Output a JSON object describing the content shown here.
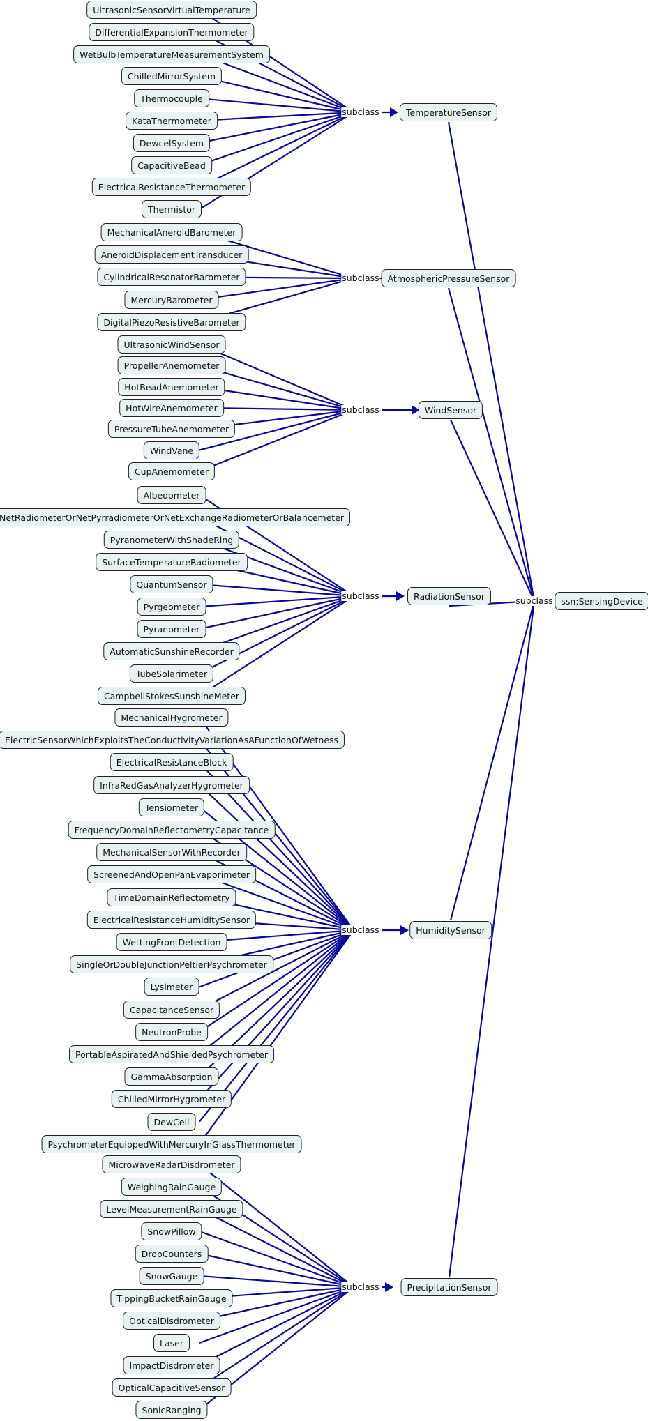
{
  "diagram_title": "",
  "link_label": "subclass",
  "root": {
    "id": "root",
    "label": "ssn:SensingDevice"
  },
  "colors": {
    "edge": "#0a0a99",
    "node_fill": "#e8f2f2",
    "node_border": "#222222"
  },
  "groups": [
    {
      "id": "temp",
      "label": "TemperatureSensor",
      "children": [
        "UltrasonicSensorVirtualTemperature",
        "DifferentialExpansionThermometer",
        "WetBulbTemperatureMeasurementSystem",
        "ChilledMirrorSystem",
        "Thermocouple",
        "KataThermometer",
        "DewcelSystem",
        "CapacitiveBead",
        "ElectricalResistanceThermometer",
        "Thermistor"
      ]
    },
    {
      "id": "atm",
      "label": "AtmosphericPressureSensor",
      "children": [
        "MechanicalAneroidBarometer",
        "AneroidDisplacementTransducer",
        "CylindricalResonatorBarometer",
        "MercuryBarometer",
        "DigitalPiezoResistiveBarometer"
      ]
    },
    {
      "id": "wind",
      "label": "WindSensor",
      "children": [
        "UltrasonicWindSensor",
        "PropellerAnemometer",
        "HotBeadAnemometer",
        "HotWireAnemometer",
        "PressureTubeAnemometer",
        "WindVane",
        "CupAnemometer"
      ]
    },
    {
      "id": "rad",
      "label": "RadiationSensor",
      "children": [
        "Albedometer",
        "NetRadiometerOrNetPyrradiometerOrNetExchangeRadiometerOrBalancemeter",
        "PyranometerWithShadeRing",
        "SurfaceTemperatureRadiometer",
        "QuantumSensor",
        "Pyrgeometer",
        "Pyranometer",
        "AutomaticSunshineRecorder",
        "TubeSolarimeter",
        "CampbellStokesSunshineMeter"
      ]
    },
    {
      "id": "hum",
      "label": "HumiditySensor",
      "children": [
        "MechanicalHygrometer",
        "ElectricSensorWhichExploitsTheConductivityVariationAsAFunctionOfWetness",
        "ElectricalResistanceBlock",
        "InfraRedGasAnalyzerHygrometer",
        "Tensiometer",
        "FrequencyDomainReflectometryCapacitance",
        "MechanicalSensorWithRecorder",
        "ScreenedAndOpenPanEvaporimeter",
        "TimeDomainReflectometry",
        "ElectricalResistanceHumiditySensor",
        "WettingFrontDetection",
        "SingleOrDoubleJunctionPeltierPsychrometer",
        "Lysimeter",
        "CapacitanceSensor",
        "NeutronProbe",
        "PortableAspiratedAndShieldedPsychrometer",
        "GammaAbsorption",
        "ChilledMirrorHygrometer",
        "DewCell",
        "PsychrometerEquippedWithMercuryInGlassThermometer"
      ]
    },
    {
      "id": "prec",
      "label": "PrecipitationSensor",
      "children": [
        "MicrowaveRadarDisdrometer",
        "WeighingRainGauge",
        "LevelMeasurementRainGauge",
        "SnowPillow",
        "DropCounters",
        "SnowGauge",
        "TippingBucketRainGauge",
        "OpticalDisdrometer",
        "Laser",
        "ImpactDisdrometer",
        "OpticalCapacitiveSensor",
        "SonicRanging"
      ]
    }
  ]
}
